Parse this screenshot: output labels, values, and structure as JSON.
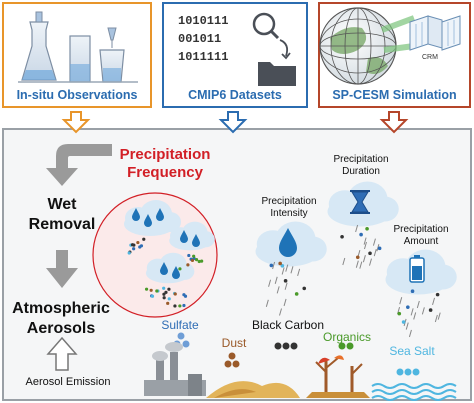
{
  "top_sources": [
    {
      "label": "In-situ Observations",
      "color": "#e8952a"
    },
    {
      "label": "CMIP6 Datasets",
      "color": "#2b6cb0"
    },
    {
      "label": "SP-CESM Simulation",
      "color": "#b5462a"
    }
  ],
  "cmip_binary": [
    "1010111",
    "001011",
    "1011111"
  ],
  "crm_label": "CRM",
  "main": {
    "precip_frequency": [
      "Precipitation",
      "Frequency"
    ],
    "wet_removal": [
      "Wet",
      "Removal"
    ],
    "atmospheric_aerosols": [
      "Atmospheric",
      "Aerosols"
    ],
    "aerosol_emission": "Aerosol Emission",
    "precip_duration": [
      "Precipitation",
      "Duration"
    ],
    "precip_intensity": [
      "Precipitation",
      "Intensity"
    ],
    "precip_amount": [
      "Precipitation",
      "Amount"
    ]
  },
  "aerosol_types": {
    "sulfate": "Sulfate",
    "dust": "Dust",
    "black_carbon": "Black Carbon",
    "organics": "Organics",
    "sea_salt": "Sea Salt"
  },
  "colors": {
    "frequency_red": "#d21f26",
    "sulfate_blue": "#2f6db5",
    "dust_brown": "#9a5a2a",
    "organics_green": "#4a9a2a",
    "sea_salt_cyan": "#4fb6e0",
    "cloud": "#d7e8f5",
    "drop": "#1f73b7"
  }
}
